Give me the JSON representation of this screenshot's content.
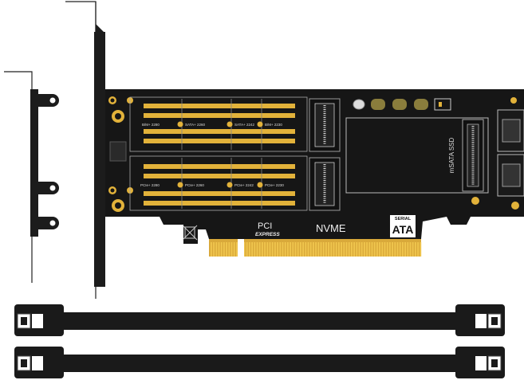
{
  "card": {
    "pci_label": "PCI",
    "express_label": "EXPRESS",
    "nvme_label": "NVME",
    "msata_label": "mSATA SSD",
    "sata_logo_top": "SERIAL",
    "sata_logo_main": "ATA",
    "slot_top_labels": [
      "B/M+ 2280",
      "SATA+ 2260",
      "SATA+ 2242",
      "B/M+ 2230"
    ],
    "slot_bottom_labels": [
      "PCIe+ 2280",
      "PCIe+ 2260",
      "PCIe+ 2242",
      "PCIe+ 2230"
    ]
  },
  "colors": {
    "pcb": "#161616",
    "gold": "#e2b23a",
    "bracket": "#1c1c1c",
    "cable": "#1a1a1a"
  },
  "icons": [
    "full-height-bracket",
    "low-profile-bracket",
    "sata-cable",
    "sata-cable"
  ]
}
